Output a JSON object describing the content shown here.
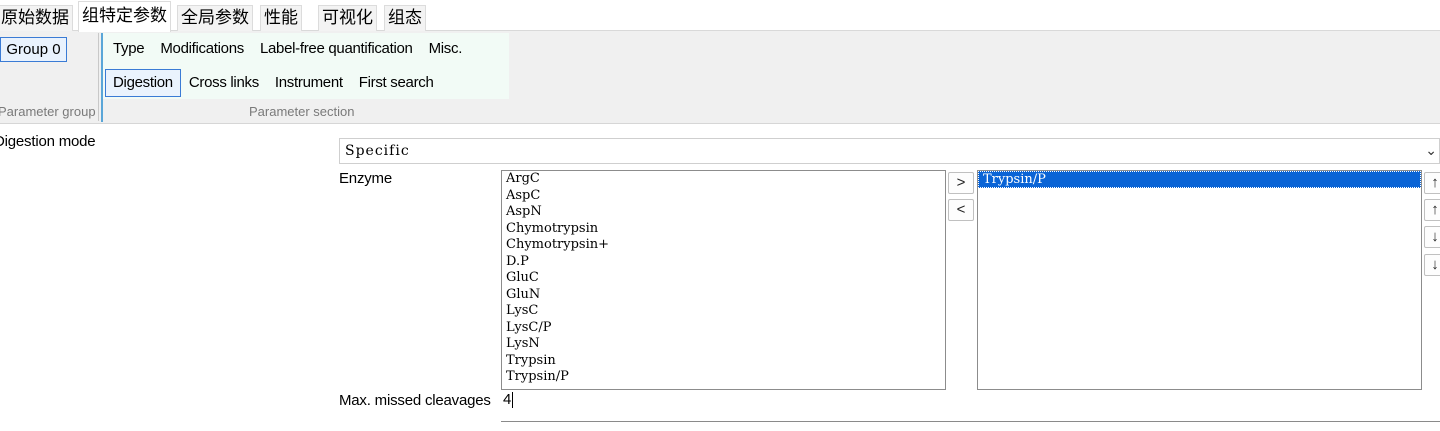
{
  "tabs": [
    {
      "label": "原始数据",
      "active": false
    },
    {
      "label": "组特定参数",
      "active": true
    },
    {
      "label": "全局参数",
      "active": false
    },
    {
      "label": "性能",
      "active": false
    },
    {
      "label": "可视化",
      "active": false
    },
    {
      "label": "组态",
      "active": false
    }
  ],
  "ribbon": {
    "group_button": "Group 0",
    "group_panel_label": "Parameter group",
    "section_row1": [
      "Type",
      "Modifications",
      "Label-free quantification",
      "Misc."
    ],
    "section_row2": [
      "Digestion",
      "Cross links",
      "Instrument",
      "First search"
    ],
    "section_panel_label": "Parameter section"
  },
  "digestion_mode": {
    "label": "Digestion mode",
    "value": "Specific",
    "chevron_icon": "chevron-down-icon"
  },
  "enzyme": {
    "label": "Enzyme",
    "available": [
      "ArgC",
      "AspC",
      "AspN",
      "Chymotrypsin",
      "Chymotrypsin+",
      "D.P",
      "GluC",
      "GluN",
      "LysC",
      "LysC/P",
      "LysN",
      "Trypsin",
      "Trypsin/P"
    ],
    "selected": [
      "Trypsin/P"
    ],
    "add_button": ">",
    "remove_button": "<",
    "order_buttons": [
      "↑",
      "↑",
      "↓",
      "↓"
    ],
    "selection_color": "#0a64d6"
  },
  "missed_cleavages": {
    "label": "Max. missed cleavages",
    "value": "4"
  }
}
